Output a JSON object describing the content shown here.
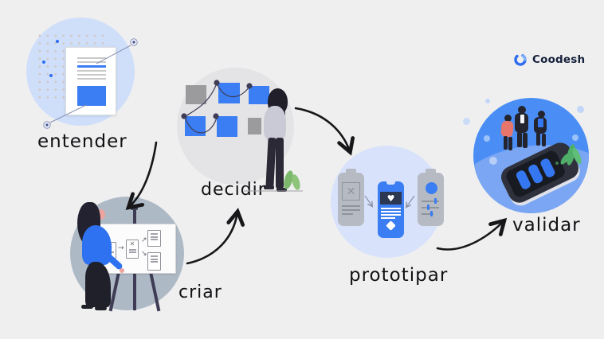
{
  "logo": {
    "label": "Coodesh"
  },
  "stages": [
    {
      "id": "entender",
      "label": "entender",
      "illustration": "research-document-illustration"
    },
    {
      "id": "criar",
      "label": "criar",
      "illustration": "person-sketching-whiteboard-illustration"
    },
    {
      "id": "decidir",
      "label": "decidir",
      "illustration": "person-sticky-notes-illustration"
    },
    {
      "id": "prototipar",
      "label": "prototipar",
      "illustration": "mobile-wireframe-screens-illustration"
    },
    {
      "id": "validar",
      "label": "validar",
      "illustration": "team-testing-phone-illustration"
    }
  ],
  "glyphs": {
    "sketch_arrow_right": "→",
    "sketch_arrow_up": "↗",
    "sketch_arrow_down": "↘",
    "sketch_x": "✕",
    "heart": "♥"
  },
  "colors": {
    "background": "#efeff0",
    "accent_blue": "#3b7df2",
    "entender_circle": "#cfdffa",
    "criar_circle": "#aeb9c6",
    "decidir_circle": "#e4e4e6",
    "prototipar_circle": "#d8e2fb",
    "validar_circle": "#4a8ef5",
    "validar_blob": "#7aa6f3",
    "figure_dark": "#2f2e41",
    "leaf_green": "#4fae68",
    "arrow_ink": "#17171a"
  }
}
